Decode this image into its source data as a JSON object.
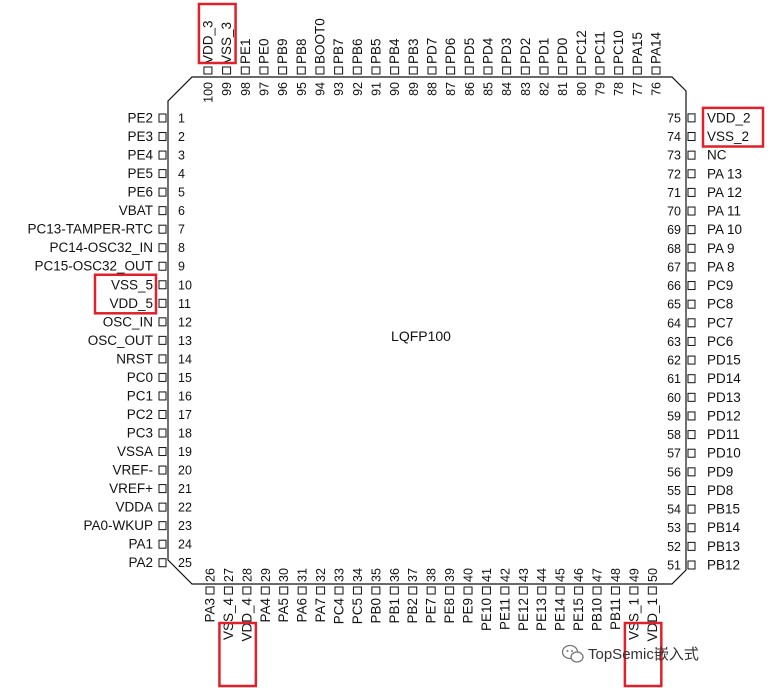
{
  "package": {
    "name": "LQFP100",
    "highlight_color": "#e0202a"
  },
  "pins": {
    "left": [
      "PE2",
      "PE3",
      "PE4",
      "PE5",
      "PE6",
      "VBAT",
      "PC13-TAMPER-RTC",
      "PC14-OSC32_IN",
      "PC15-OSC32_OUT",
      "VSS_5",
      "VDD_5",
      "OSC_IN",
      "OSC_OUT",
      "NRST",
      "PC0",
      "PC1",
      "PC2",
      "PC3",
      "VSSA",
      "VREF-",
      "VREF+",
      "VDDA",
      "PA0-WKUP",
      "PA1",
      "PA2"
    ],
    "bottom": [
      "PA3",
      "VSS_4",
      "VDD_4",
      "PA4",
      "PA5",
      "PA6",
      "PA7",
      "PC4",
      "PC5",
      "PB0",
      "PB1",
      "PB2",
      "PE7",
      "PE8",
      "PE9",
      "PE10",
      "PE11",
      "PE12",
      "PE13",
      "PE14",
      "PE15",
      "PB10",
      "PB11",
      "VSS_1",
      "VDD_1"
    ],
    "right": [
      "PB12",
      "PB13",
      "PB14",
      "PB15",
      "PD8",
      "PD9",
      "PD10",
      "PD11",
      "PD12",
      "PD13",
      "PD14",
      "PD15",
      "PC6",
      "PC7",
      "PC8",
      "PC9",
      "PA 8",
      "PA 9",
      "PA 10",
      "PA 11",
      "PA 12",
      "PA 13",
      "NC",
      "VSS_2",
      "VDD_2"
    ],
    "top": [
      "PA14",
      "PA15",
      "PC10",
      "PC11",
      "PC12",
      "PD0",
      "PD1",
      "PD2",
      "PD3",
      "PD4",
      "PD5",
      "PD6",
      "PD7",
      "PB3",
      "PB4",
      "PB5",
      "PB6",
      "PB7",
      "BOOT0",
      "PB8",
      "PB9",
      "PE0",
      "PE1",
      "VSS_3",
      "VDD_3"
    ]
  },
  "highlighted_pins": [
    10,
    11,
    27,
    28,
    49,
    50,
    74,
    75,
    99,
    100
  ],
  "watermark": {
    "icon": "wechat-icon",
    "text": "TopSemic嵌入式"
  }
}
